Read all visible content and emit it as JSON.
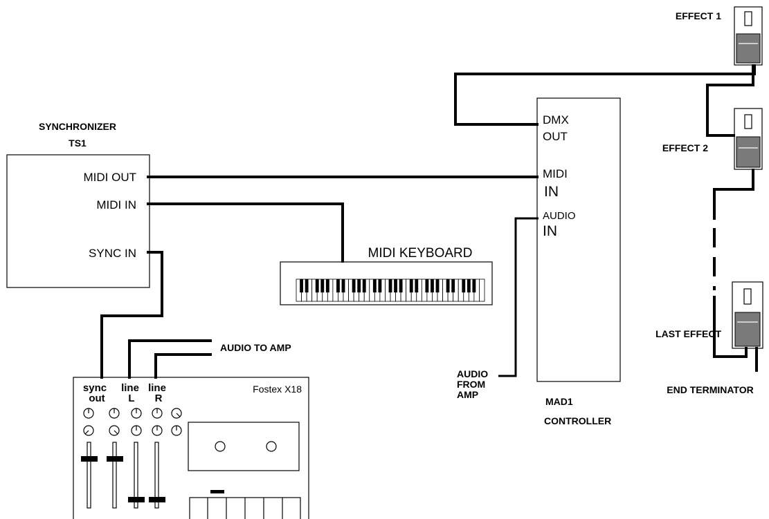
{
  "synchronizer": {
    "title_line1": "SYNCHRONIZER",
    "title_line2": "TS1",
    "midi_out": "MIDI OUT",
    "midi_in": "MIDI IN",
    "sync_in": "SYNC IN"
  },
  "keyboard": {
    "label": "MIDI KEYBOARD"
  },
  "mixer": {
    "brand": "Fostex X18",
    "sync_label_1": "sync",
    "sync_label_2": "out",
    "line_l_1": "line",
    "line_l_2": "L",
    "line_r_1": "line",
    "line_r_2": "R"
  },
  "audio_to_amp": "AUDIO TO AMP",
  "audio_from_amp": {
    "line1": "AUDIO",
    "line2": "FROM",
    "line3": "AMP"
  },
  "controller": {
    "dmx_1": "DMX",
    "dmx_2": "OUT",
    "midi_1": "MIDI",
    "midi_2": "IN",
    "audio_1": "AUDIO",
    "audio_2": "IN",
    "name_1": "MAD1",
    "name_2": "CONTROLLER"
  },
  "effects": {
    "effect1": "EFFECT 1",
    "effect2": "EFFECT 2",
    "last": "LAST EFFECT",
    "terminator": "END TERMINATOR"
  }
}
